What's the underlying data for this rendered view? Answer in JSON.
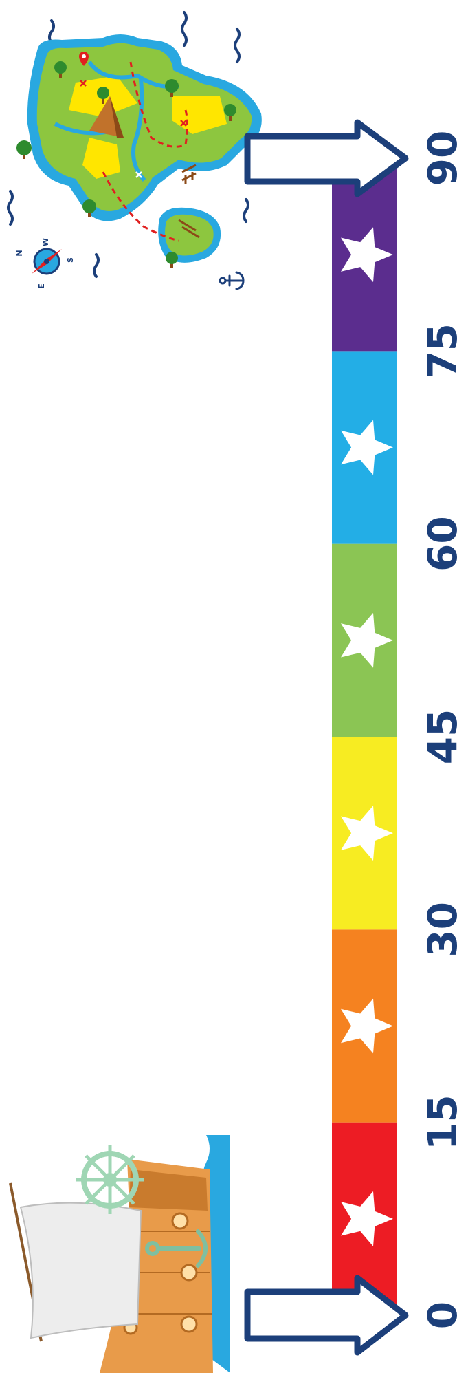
{
  "number_line": {
    "segments": [
      {
        "start": 0,
        "end": 15,
        "color": "#ED1C24"
      },
      {
        "start": 15,
        "end": 30,
        "color": "#F58220"
      },
      {
        "start": 30,
        "end": 45,
        "color": "#F7EC22"
      },
      {
        "start": 45,
        "end": 60,
        "color": "#8BC554"
      },
      {
        "start": 60,
        "end": 75,
        "color": "#23AEE6"
      },
      {
        "start": 75,
        "end": 90,
        "color": "#5B2D8E"
      }
    ],
    "labels": [
      "0",
      "15",
      "30",
      "45",
      "60",
      "75",
      "90"
    ],
    "range": [
      0,
      90
    ]
  },
  "compass": {
    "n": "N",
    "e": "E",
    "s": "S",
    "w": "W"
  },
  "colors": {
    "navy": "#1C3F7A",
    "ocean": "#29A8E0",
    "island": "#8DC63F",
    "sand": "#FFE600",
    "wood": "#E89B4A"
  },
  "icons": [
    "ship-icon",
    "treasure-map-icon",
    "compass-icon",
    "anchor-icon",
    "arrow-icon",
    "star-icon"
  ]
}
